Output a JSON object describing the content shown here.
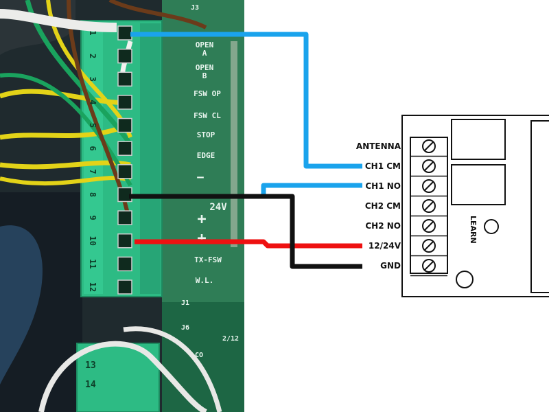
{
  "board": {
    "terminal_numbers": [
      "1",
      "2",
      "3",
      "4",
      "5",
      "6",
      "7",
      "8",
      "9",
      "10",
      "11",
      "12"
    ],
    "labels": {
      "open_a_1": "OPEN",
      "open_a_2": "A",
      "open_b_1": "OPEN",
      "open_b_2": "B",
      "fsw_op": "FSW OP",
      "fsw_cl": "FSW CL",
      "stop": "STOP",
      "edge": "EDGE",
      "minus_1": "−",
      "v24": "24V",
      "plus_1": "+",
      "plus_2": "+",
      "tx_fsw": "TX-FSW",
      "wl": "W.L.",
      "j1": "J1",
      "j3": "J3",
      "j6": "J6",
      "co": "CO",
      "small": "2/12"
    },
    "lower_terminal_numbers": [
      "13",
      "14"
    ]
  },
  "receiver": {
    "terminals": [
      "ANTENNA",
      "CH1 CM",
      "CH1 NO",
      "CH2 CM",
      "CH2 NO",
      "12/24V",
      "GND"
    ],
    "learn_label": "LEARN"
  },
  "wires": {
    "ch1_cm_color": "#1aa3ec",
    "ch1_no_color": "#1aa3ec",
    "power_color": "#ee1111",
    "gnd_color": "#111111"
  }
}
